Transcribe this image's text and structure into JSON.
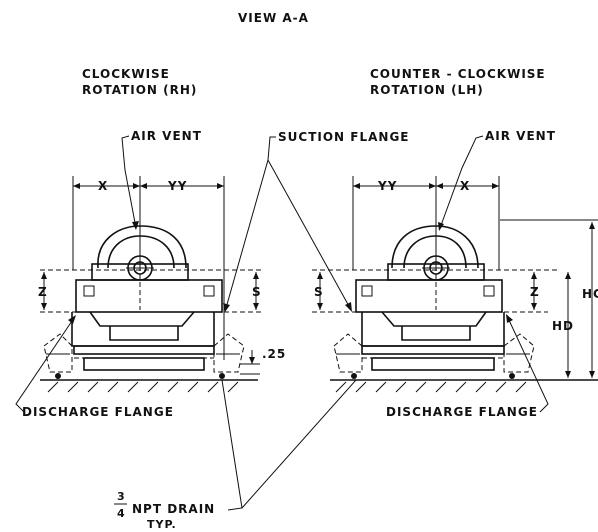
{
  "view_title": "VIEW A-A",
  "left_view": {
    "rotation_line1": "CLOCKWISE",
    "rotation_line2": "ROTATION (RH)",
    "dim_left": "X",
    "dim_right": "YY",
    "dim_z": "Z",
    "dim_s": "S"
  },
  "right_view": {
    "rotation_line1": "COUNTER - CLOCKWISE",
    "rotation_line2": "ROTATION (LH)",
    "dim_left": "YY",
    "dim_right": "X",
    "dim_s": "S",
    "dim_z": "Z",
    "dim_hd": "HD",
    "dim_hc": "HC"
  },
  "callouts": {
    "air_vent_left": "AIR VENT",
    "suction_flange": "SUCTION FLANGE",
    "air_vent_right": "AIR VENT",
    "discharge_left": "DISCHARGE FLANGE",
    "discharge_right": "DISCHARGE FLANGE",
    "clearance": ".25",
    "drain_fraction_num": "3",
    "drain_fraction_den": "4",
    "drain_label": "NPT DRAIN",
    "drain_typ": "TYP."
  }
}
